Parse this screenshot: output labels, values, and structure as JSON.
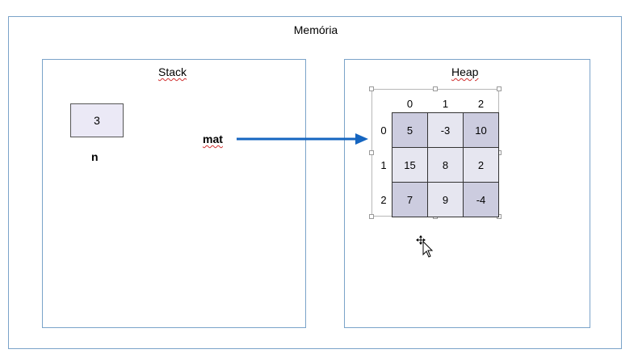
{
  "memory": {
    "title": "Memória"
  },
  "stack": {
    "title": "Stack",
    "variable": {
      "value": "3",
      "name": "n"
    },
    "reference_label": "mat"
  },
  "heap": {
    "title": "Heap",
    "column_headers": [
      "0",
      "1",
      "2"
    ],
    "row_headers": [
      "0",
      "1",
      "2"
    ],
    "rows": [
      [
        "5",
        "-3",
        "10"
      ],
      [
        "15",
        "8",
        "2"
      ],
      [
        "7",
        "9",
        "-4"
      ]
    ]
  },
  "colors": {
    "border": "#7aa3c9",
    "arrow": "#1565c0",
    "cell_dark": "#ccccdf",
    "cell_light": "#e6e6f0"
  },
  "icons": [
    "move-cursor-icon"
  ]
}
